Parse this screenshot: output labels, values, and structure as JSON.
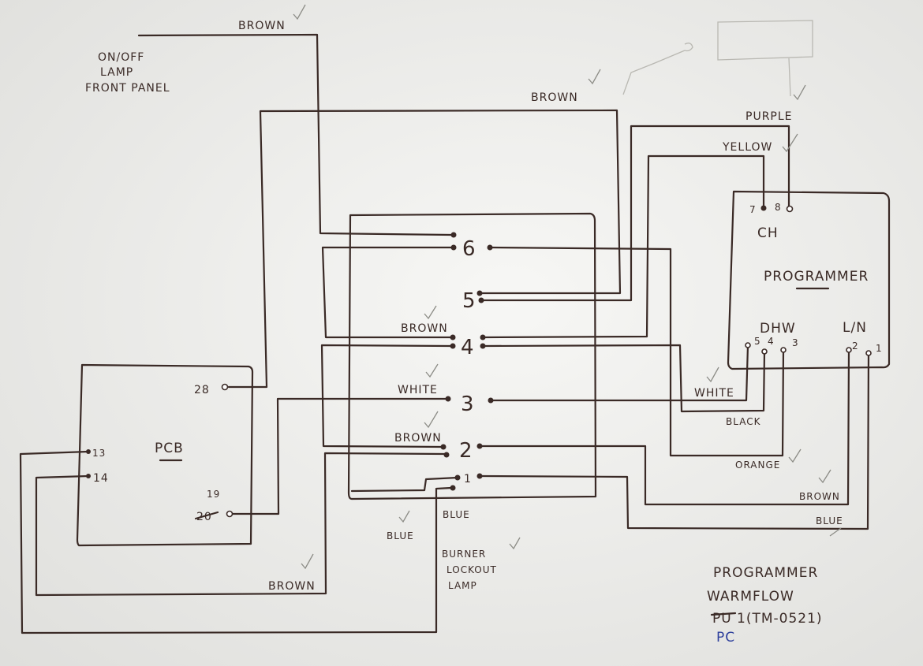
{
  "wire_labels": {
    "brown_top": "BROWN",
    "brown_right": "BROWN",
    "purple": "PURPLE",
    "yellow": "YELLOW",
    "brown_4": "BROWN",
    "white_3": "WHITE",
    "brown_2": "BROWN",
    "blue_left": "BLUE",
    "blue_mid": "BLUE",
    "brown_bottom": "BROWN",
    "white_right": "WHITE",
    "black": "BLACK",
    "orange": "ORANGE",
    "brown_ln": "BROWN",
    "blue_ln": "BLUE"
  },
  "components": {
    "lamp_front_panel": [
      "ON/OFF",
      "LAMP",
      "FRONT PANEL"
    ],
    "burner_lockout_lamp": [
      "BURNER",
      "LOCKOUT",
      "LAMP"
    ],
    "pcb": {
      "label": "PCB",
      "pins": {
        "p28": "28",
        "p13": "13",
        "p14": "14",
        "p19": "19",
        "p20": "20"
      }
    },
    "programmer": {
      "label": "PROGRAMMER",
      "ch": "CH",
      "dhw": "DHW",
      "ln": "L/N",
      "pins": {
        "p7": "7",
        "p8": "8",
        "p5": "5",
        "p4": "4",
        "p3": "3",
        "p2": "2",
        "p1": "1"
      }
    },
    "terminal_block": {
      "numbers": [
        "6",
        "5",
        "4",
        "3",
        "2",
        "1"
      ]
    }
  },
  "note": {
    "line1": "PROGRAMMER",
    "line2": "WARMFLOW",
    "line3_struck": "PU",
    "line3": "1(TM-0521)",
    "initials": "PC"
  },
  "colors": {
    "ink": "#3a2a26",
    "paper": "#ececea",
    "blue_pen": "#2d3f9c"
  }
}
